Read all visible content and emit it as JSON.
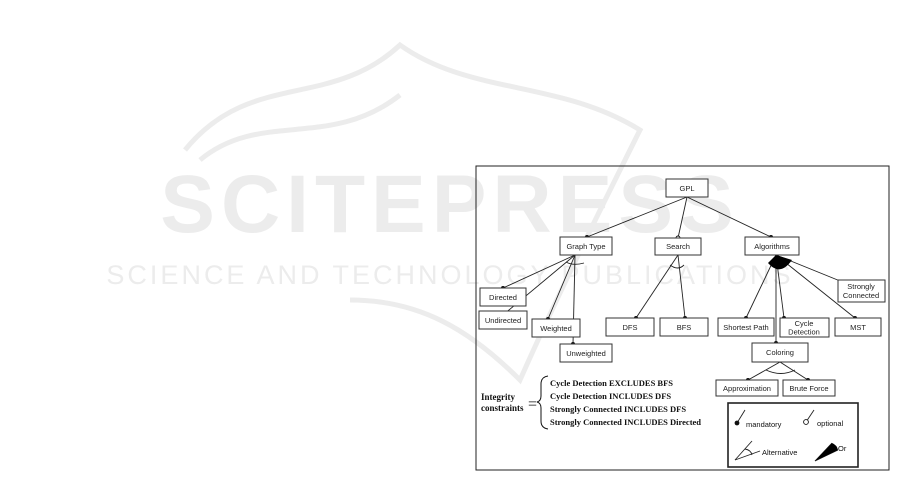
{
  "watermark": {
    "big": "SCITEPRESS",
    "small": "SCIENCE AND TECHNOLOGY PUBLICATIONS",
    "color": "#ececec"
  },
  "nodes": {
    "gpl": "GPL",
    "graph_type": "Graph Type",
    "search": "Search",
    "algorithms": "Algorithms",
    "directed": "Directed",
    "undirected": "Undirected",
    "weighted": "Weighted",
    "unweighted": "Unweighted",
    "dfs": "DFS",
    "bfs": "BFS",
    "shortest_path": "Shortest Path",
    "cycle_detection_l1": "Cycle",
    "cycle_detection_l2": "Detection",
    "mst": "MST",
    "strongly_connected_l1": "Strongly",
    "strongly_connected_l2": "Connected",
    "coloring": "Coloring",
    "approximation": "Approximation",
    "brute_force": "Brute Force"
  },
  "constraints": {
    "label_line1": "Integrity",
    "label_line2": "constraints",
    "equals": "=",
    "lines": [
      "Cycle Detection EXCLUDES BFS",
      "Cycle Detection INCLUDES DFS",
      "Strongly Connected INCLUDES DFS",
      "Strongly Connected  INCLUDES  Directed"
    ]
  },
  "legend": {
    "mandatory": "mandatory",
    "optional": "optional",
    "alternative": "Alternative",
    "or": "Or"
  }
}
